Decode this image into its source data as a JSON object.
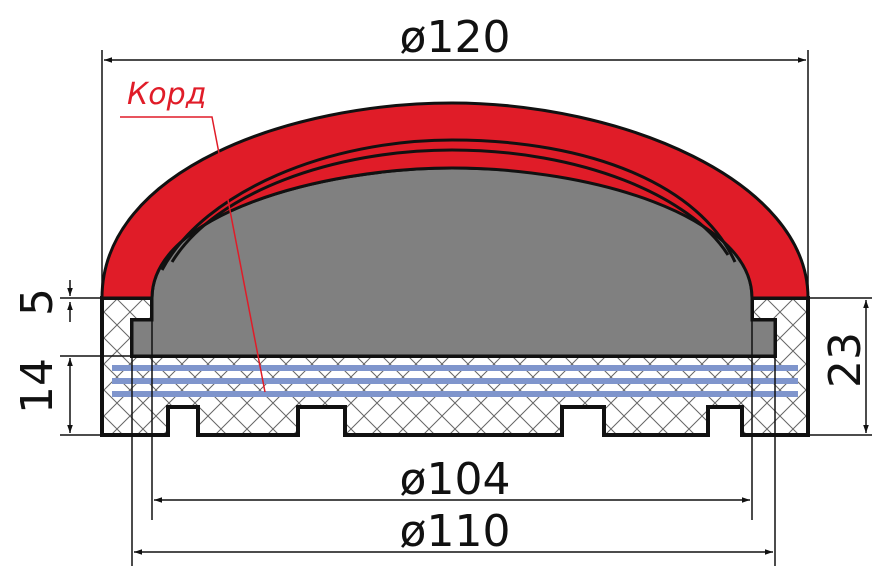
{
  "dimensions": {
    "outer_diameter": "ø120",
    "inner_diameter_small": "ø104",
    "inner_diameter_large": "ø110",
    "height_top": "5",
    "height_base": "14",
    "height_total": "23"
  },
  "labels": {
    "cord": "Корд"
  },
  "colors": {
    "red_shell": "#e01c28",
    "grey_core": "#808080",
    "cord_blue": "#7f95cc",
    "line": "#111111",
    "hatch": "#666666"
  }
}
